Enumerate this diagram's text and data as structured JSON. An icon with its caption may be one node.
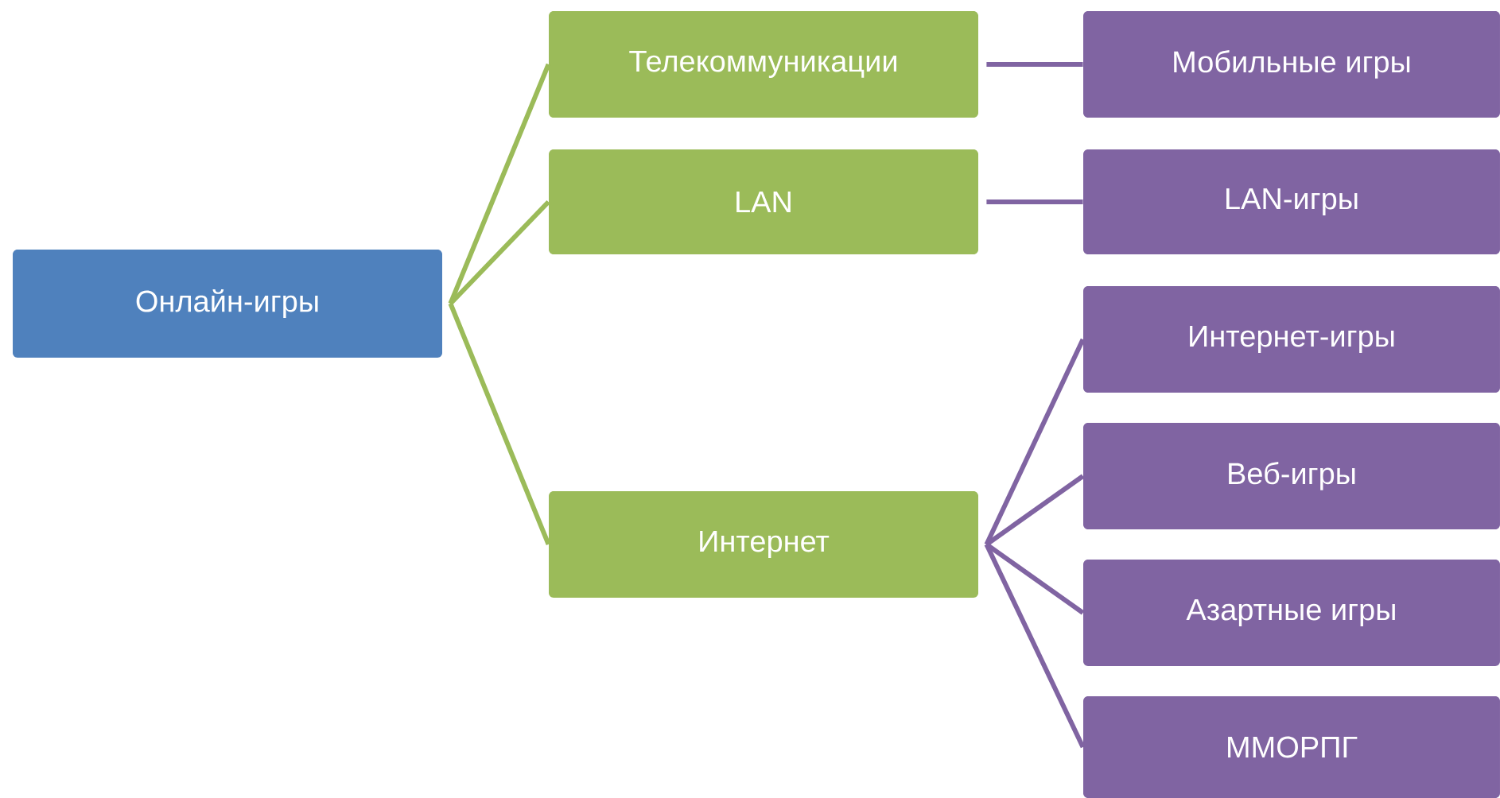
{
  "diagram": {
    "nodes": [
      {
        "text": [
          "Онлайн-игры"
        ]
      },
      {
        "text": [
          "Телекоммуникации"
        ]
      },
      {
        "text": [
          "LAN"
        ]
      },
      {
        "text": [
          "Интернет"
        ]
      },
      {
        "text": [
          "Мобильные игры"
        ]
      },
      {
        "text": [
          "LAN-игры"
        ]
      },
      {
        "text": [
          "Интернет-игры"
        ]
      },
      {
        "text": [
          "Веб-игры"
        ]
      },
      {
        "text": [
          "Азартные игры"
        ]
      },
      {
        "text": [
          "ММОРПГ"
        ]
      }
    ],
    "edges": [
      {
        "from": 0,
        "to": 1,
        "arrow": "none",
        "color": "#9bbb59"
      },
      {
        "from": 0,
        "to": 2,
        "arrow": "none",
        "color": "#9bbb59"
      },
      {
        "from": 0,
        "to": 3,
        "arrow": "none",
        "color": "#9bbb59"
      },
      {
        "from": 1,
        "to": 4,
        "arrow": "none"
      },
      {
        "from": 2,
        "to": 5,
        "arrow": "none"
      },
      {
        "from": 3,
        "to": 6,
        "arrow": "none"
      },
      {
        "from": 3,
        "to": 7,
        "arrow": "none"
      },
      {
        "from": 3,
        "to": 8,
        "arrow": "none"
      },
      {
        "from": 3,
        "to": 9,
        "arrow": "none"
      }
    ]
  }
}
